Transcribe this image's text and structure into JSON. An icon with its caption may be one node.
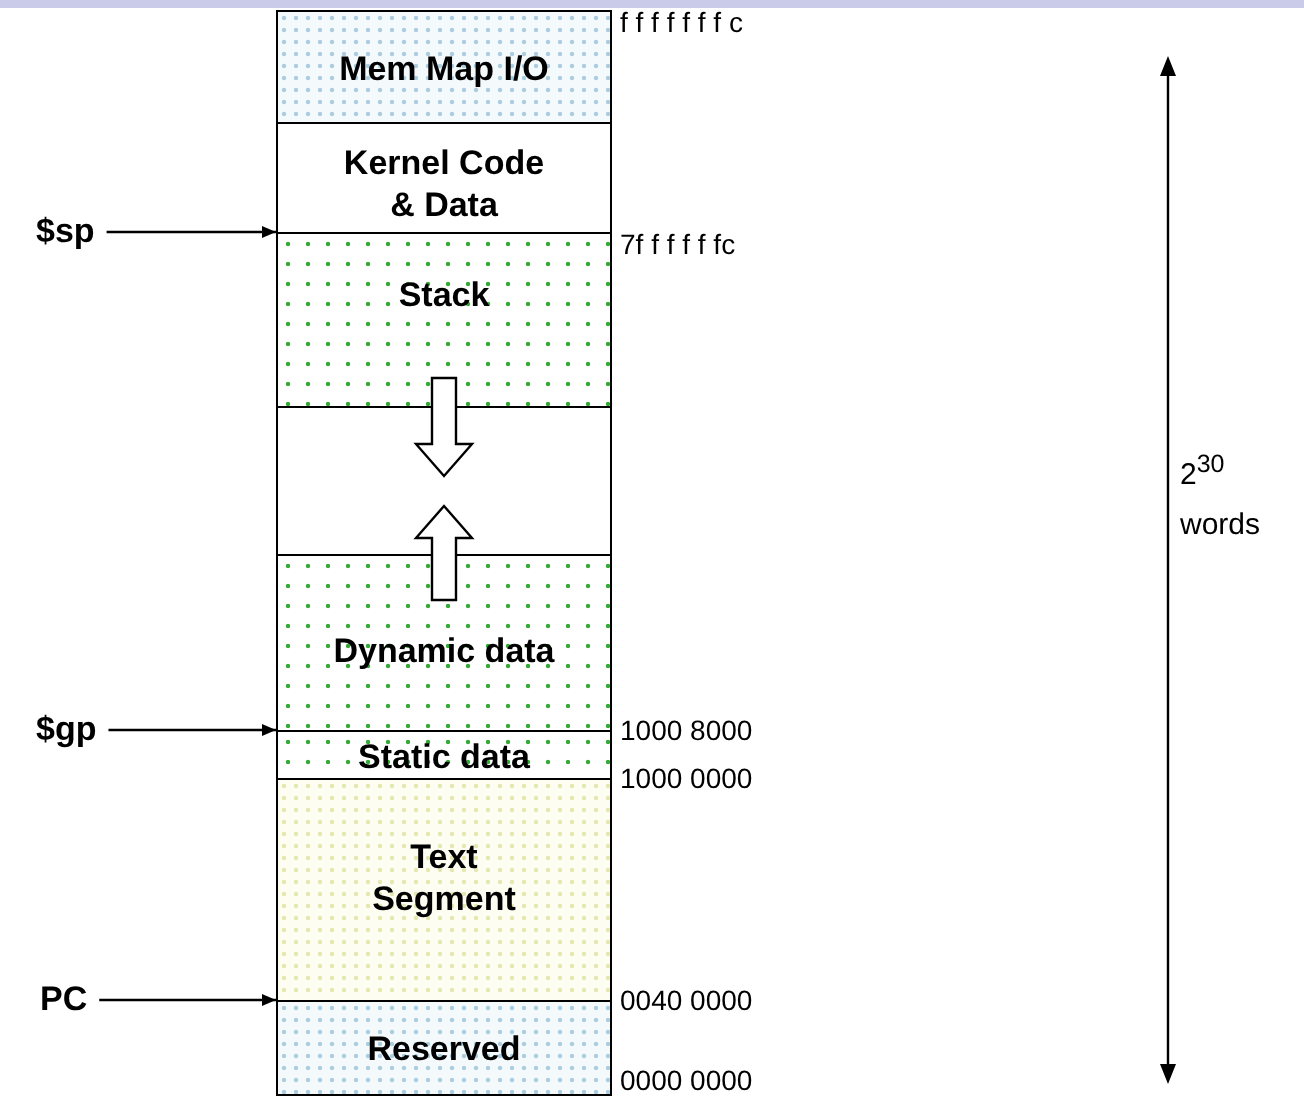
{
  "diagram": {
    "nodes": [
      {
        "text": [
          "Mem Map I/O"
        ]
      },
      {
        "text": [
          "Kernel Code & Data"
        ]
      },
      {
        "text": [
          "Stack"
        ]
      },
      {
        "text": [],
        "shape": "box"
      },
      {
        "text": [
          "Dynamic data"
        ]
      },
      {
        "text": [
          "Static data"
        ]
      },
      {
        "text": [
          "Text Segment"
        ]
      },
      {
        "text": [
          "Reserved"
        ]
      },
      {
        "text": [
          "$sp"
        ]
      },
      {
        "text": [
          "$gp"
        ]
      },
      {
        "text": [
          "PC"
        ]
      }
    ],
    "edges": [
      {
        "from": 8,
        "to": 2,
        "arrow": "to"
      },
      {
        "from": 9,
        "to": 5,
        "arrow": "to"
      },
      {
        "from": 10,
        "to": 7,
        "arrow": "to"
      },
      {
        "from": 2,
        "to": 3,
        "arrow": "to"
      },
      {
        "from": 4,
        "to": 3,
        "arrow": "to"
      }
    ],
    "labels": [
      "f f f f f f f c",
      "7f f f f f fc",
      "2$^{30}$ words",
      "1000 8000",
      "1000 0000",
      "0040 0000",
      "0000 0000"
    ]
  }
}
